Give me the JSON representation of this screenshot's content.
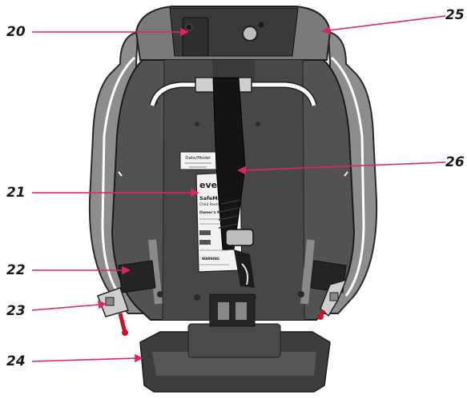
{
  "diagram": {
    "subject": "Car seat, rear view",
    "brand_label": "even",
    "date_model_label": "Date/Model",
    "manual_title": "SafeMax",
    "manual_subtitle": "Child Restr",
    "manual_heading": "Owner's Manu",
    "warning_label": "WARNING",
    "callouts": [
      {
        "number": "20",
        "side": "left"
      },
      {
        "number": "21",
        "side": "left"
      },
      {
        "number": "22",
        "side": "left"
      },
      {
        "number": "23",
        "side": "left"
      },
      {
        "number": "24",
        "side": "left"
      },
      {
        "number": "25",
        "side": "right"
      },
      {
        "number": "26",
        "side": "right"
      }
    ],
    "colors": {
      "shell_dark": "#4a4a4a",
      "shell_mid": "#6e6e6e",
      "shell_light": "#9a9a9a",
      "pad_grey": "#8c8c8c",
      "strap_black": "#111111",
      "callout_line": "#e0245e",
      "latch_red": "#c8102e"
    }
  }
}
